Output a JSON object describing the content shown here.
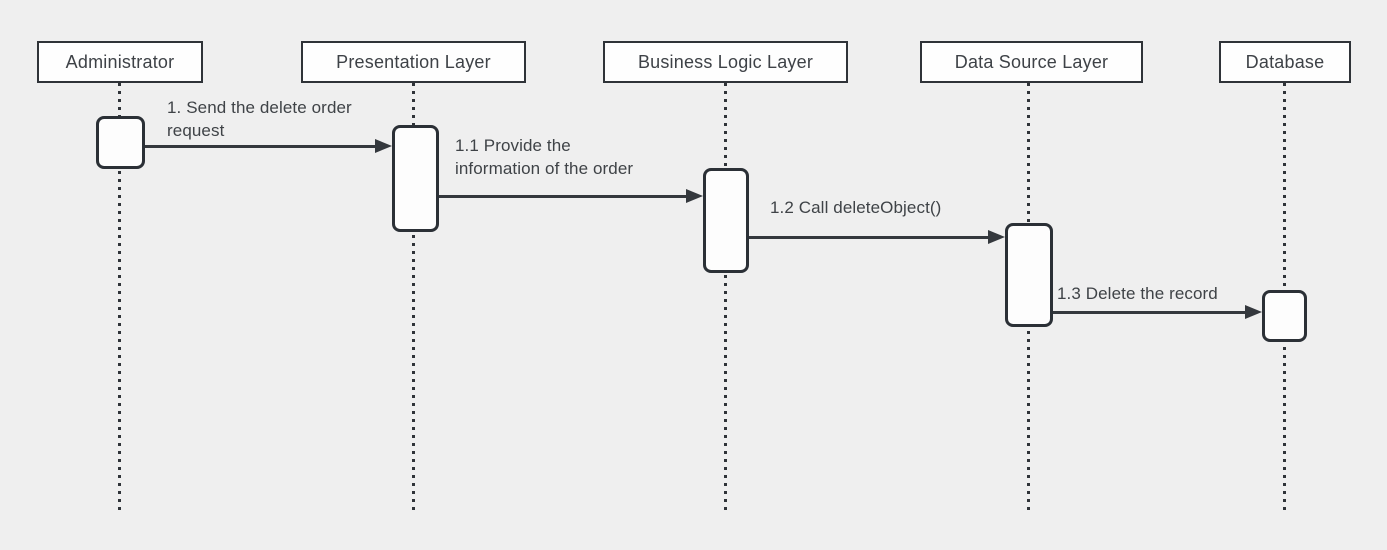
{
  "diagram": {
    "kind": "uml-sequence-diagram",
    "participants": [
      {
        "label": "Administrator"
      },
      {
        "label": "Presentation Layer"
      },
      {
        "label": "Business Logic Layer"
      },
      {
        "label": "Data Source Layer"
      },
      {
        "label": "Database"
      }
    ],
    "messages": [
      {
        "text": "1. Send the delete order request",
        "from": "Administrator",
        "to": "Presentation Layer"
      },
      {
        "text": "1.1 Provide the information of the order",
        "from": "Presentation Layer",
        "to": "Business Logic Layer"
      },
      {
        "text": "1.2 Call deleteObject()",
        "from": "Business Logic Layer",
        "to": "Data Source Layer"
      },
      {
        "text": "1.3 Delete the record",
        "from": "Data Source Layer",
        "to": "Database"
      }
    ],
    "colors": {
      "background": "#efefef",
      "shape_fill": "#fdfdfd",
      "stroke": "#2f3338",
      "text": "#3f4347"
    }
  }
}
